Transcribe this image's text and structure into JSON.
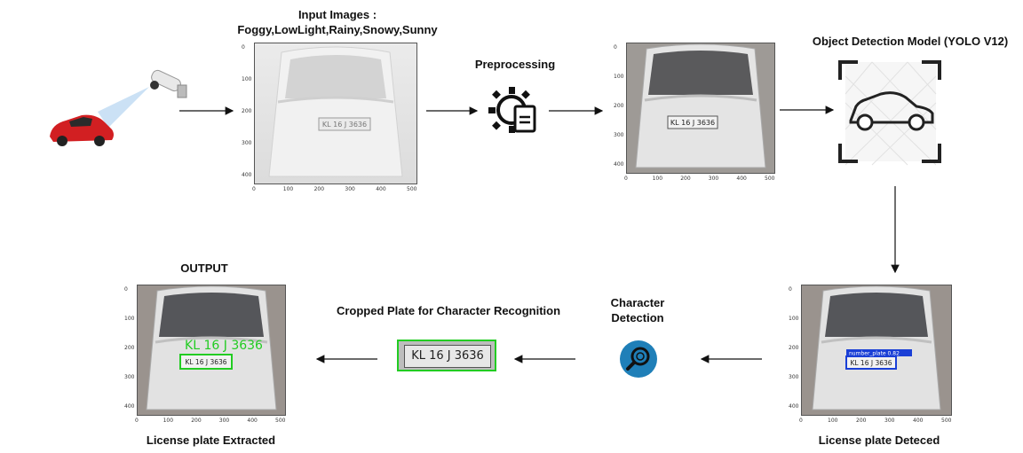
{
  "labels": {
    "input_title_1": "Input Images :",
    "input_title_2": "Foggy,LowLight,Rainy,Snowy,Sunny",
    "preprocessing": "Preprocessing",
    "object_detection": "Object Detection Model  (YOLO V12)",
    "license_detected": "License plate Deteced",
    "character_detection_1": "Character",
    "character_detection_2": "Detection",
    "cropped_plate": "Cropped Plate for Character Recognition",
    "output": "OUTPUT",
    "license_extracted": "License plate Extracted"
  },
  "plots": {
    "input": {
      "yticks": [
        "0",
        "100",
        "200",
        "300",
        "400"
      ],
      "xticks": [
        "0",
        "100",
        "200",
        "300",
        "400",
        "500"
      ]
    },
    "preprocessed": {
      "yticks": [
        "0",
        "100",
        "200",
        "300",
        "400"
      ],
      "xticks": [
        "0",
        "100",
        "200",
        "300",
        "400",
        "500"
      ]
    },
    "detected": {
      "yticks": [
        "0",
        "100",
        "200",
        "300",
        "400"
      ],
      "xticks": [
        "0",
        "100",
        "200",
        "300",
        "400",
        "500"
      ]
    },
    "output": {
      "yticks": [
        "0",
        "100",
        "200",
        "300",
        "400"
      ],
      "xticks": [
        "0",
        "100",
        "200",
        "300",
        "400",
        "500"
      ]
    }
  },
  "plate_text": "KL 16 J 3636",
  "detection_label": "number_plate 0.82",
  "recognized_text": "KL 16 J 3636",
  "colors": {
    "arrow": "#111111",
    "detect_box": "#1a3fd6",
    "recognize_box": "#22cc22",
    "search_icon_bg": "#1f7fb8"
  }
}
